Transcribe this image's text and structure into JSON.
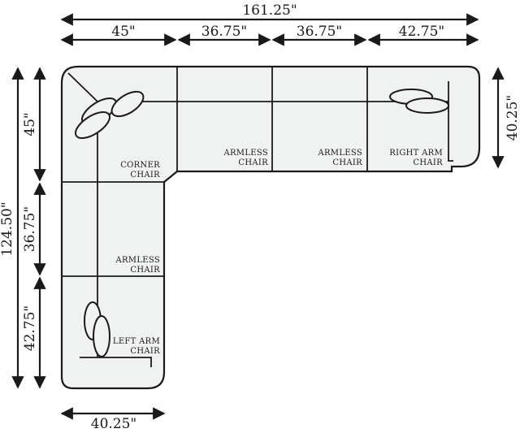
{
  "dimensions": {
    "total_width": "161.25\"",
    "segments_top": [
      "45\"",
      "36.75\"",
      "36.75\"",
      "42.75\""
    ],
    "right_depth": "40.25\"",
    "total_height": "124.50\"",
    "segments_left": [
      "45\"",
      "36.75\"",
      "42.75\""
    ],
    "bottom_depth": "40.25\""
  },
  "pieces": {
    "corner_chair": [
      "CORNER",
      "CHAIR"
    ],
    "armless_chair_1": [
      "ARMLESS",
      "CHAIR"
    ],
    "armless_chair_2": [
      "ARMLESS",
      "CHAIR"
    ],
    "right_arm_chair": [
      "RIGHT ARM",
      "CHAIR"
    ],
    "armless_chair_left": [
      "ARMLESS",
      "CHAIR"
    ],
    "left_arm_chair": [
      "LEFT ARM",
      "CHAIR"
    ]
  }
}
